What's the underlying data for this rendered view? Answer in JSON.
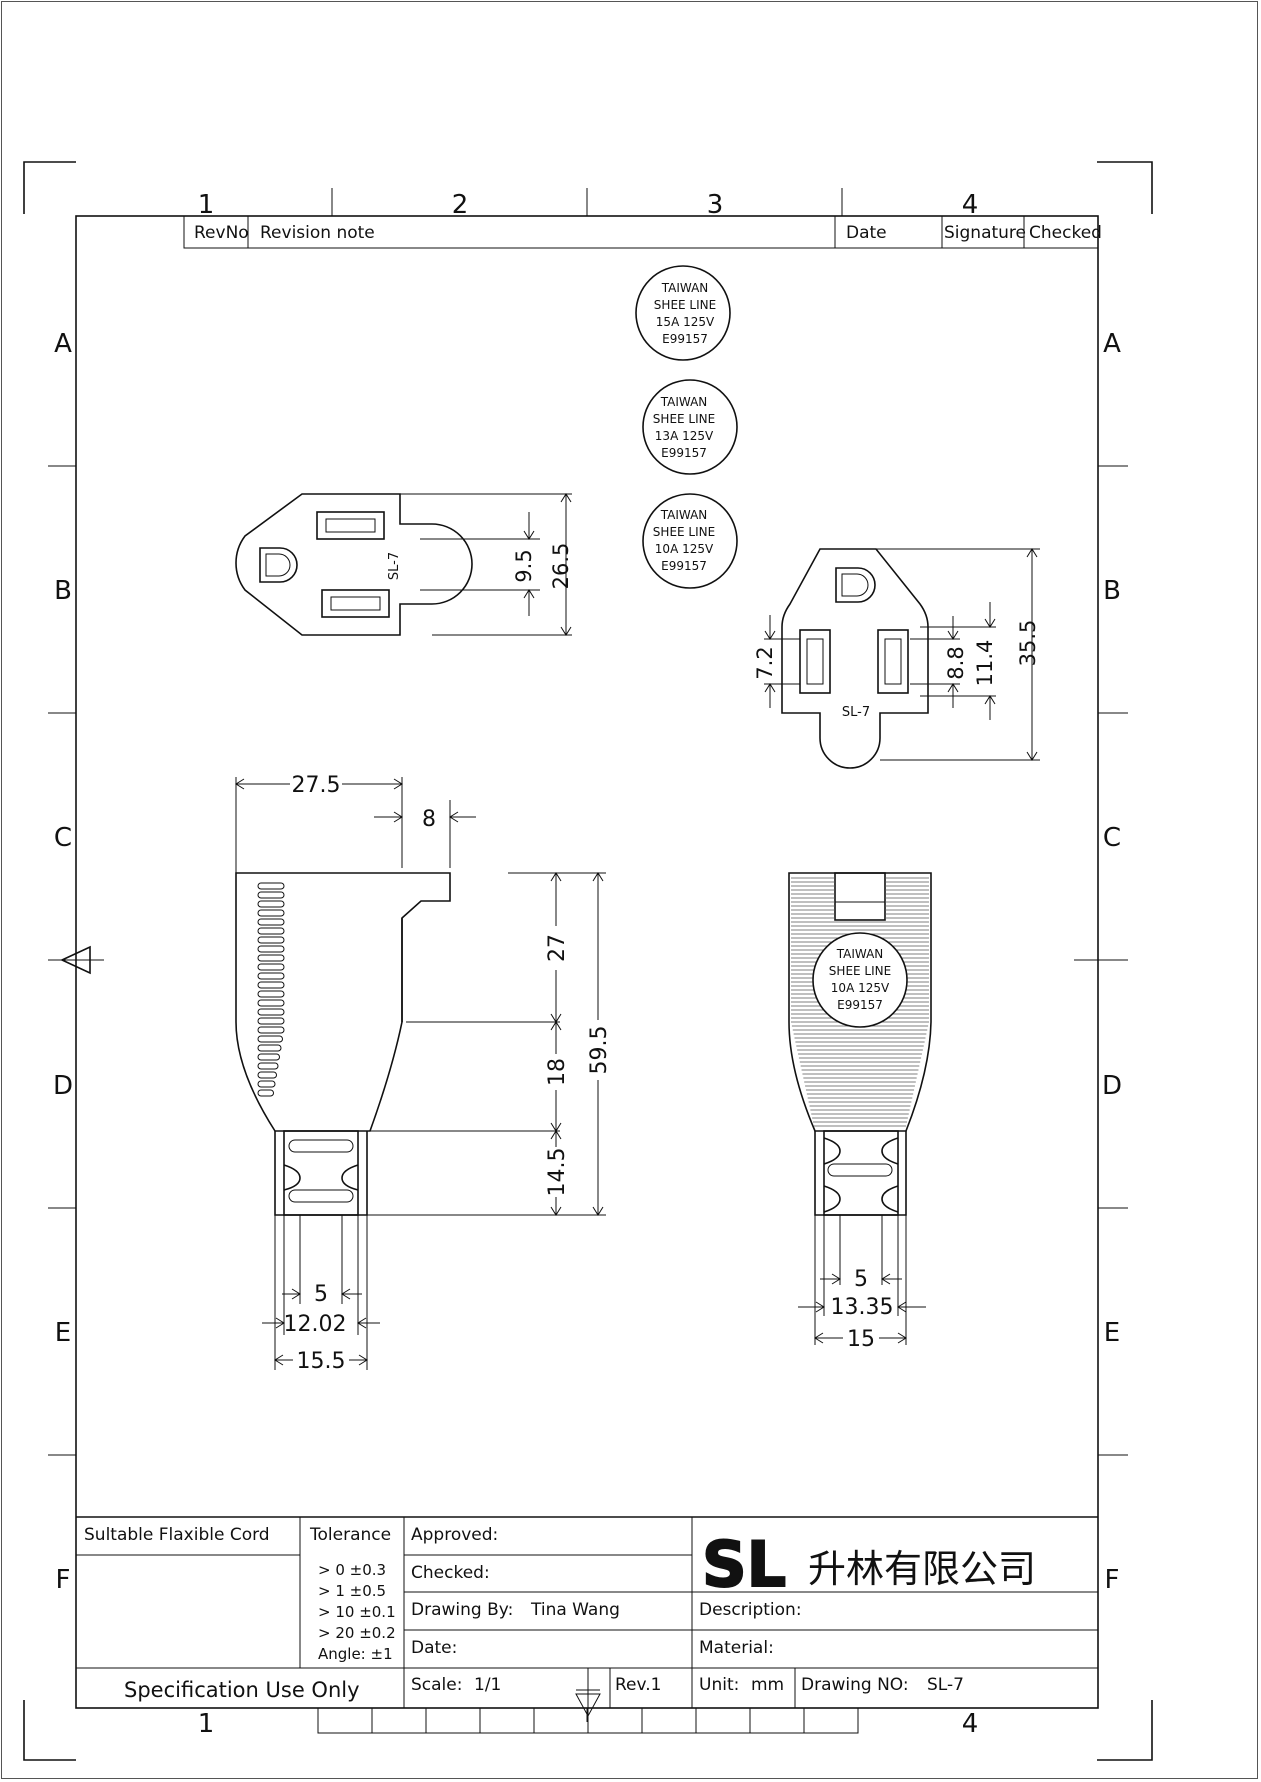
{
  "grid": {
    "columns": [
      "1",
      "2",
      "3",
      "4"
    ],
    "rows": [
      "A",
      "B",
      "C",
      "D",
      "E",
      "F"
    ]
  },
  "revision_table": {
    "revno": "RevNo",
    "note": "Revision note",
    "date": "Date",
    "signature": "Signature",
    "checked": "Checked"
  },
  "labels": [
    {
      "lines": [
        "TAIWAN",
        "SHEE LINE",
        "15A 125V",
        "E99157"
      ]
    },
    {
      "lines": [
        "TAIWAN",
        "SHEE LINE",
        "13A 125V",
        "E99157"
      ]
    },
    {
      "lines": [
        "TAIWAN",
        "SHEE LINE",
        "10A 125V",
        "E99157"
      ]
    }
  ],
  "molded_label": [
    "TAIWAN",
    "SHEE LINE",
    "10A 125V",
    "E99157"
  ],
  "model_mark": "SL-7",
  "dimensions": {
    "face_left_slot": "9.5",
    "face_left_height": "26.5",
    "face_right_width": "35.5",
    "face_right_slot": "7.2",
    "face_right_inner": "8.8",
    "face_right_outer": "11.4",
    "side_top_width": "27.5",
    "side_step": "8",
    "side_h1": "27",
    "side_h2": "18",
    "side_h3": "14.5",
    "side_total": "59.5",
    "side_inner": "5",
    "side_mid": "12.02",
    "side_outer": "15.5",
    "front_inner": "5",
    "front_mid": "13.35",
    "front_outer": "15"
  },
  "title_block": {
    "cord": "Sultable Flaxible Cord",
    "tolerance_title": "Tolerance",
    "tolerances": [
      "> 0  ±0.3",
      "> 1  ±0.5",
      "> 10  ±0.1",
      "> 20  ±0.2",
      "Angle: ±1"
    ],
    "approved": "Approved:",
    "checked": "Checked:",
    "drawing_by": "Drawing By:",
    "drawer": "Tina Wang",
    "date": "Date:",
    "logo": "SL",
    "company": "升林有限公司",
    "description": "Description:",
    "material": "Material:",
    "spec": "Specification Use Only",
    "scale_label": "Scale:",
    "scale_value": "1/1",
    "rev": "Rev.1",
    "unit_label": "Unit:",
    "unit_value": "mm",
    "drawing_no_label": "Drawing NO:",
    "drawing_no_value": "SL-7"
  },
  "bottom_marks": [
    "1",
    "4"
  ]
}
